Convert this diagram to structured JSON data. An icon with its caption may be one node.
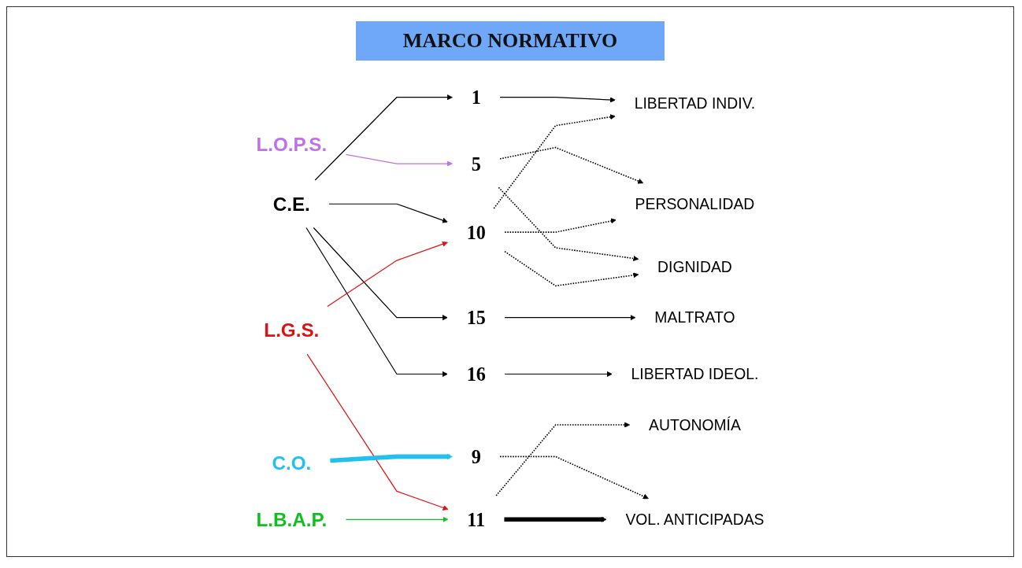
{
  "diagram": {
    "title": "MARCO NORMATIVO",
    "nodes": [
      {
        "text": [
          "C.E."
        ]
      },
      {
        "text": [
          "L.G.S."
        ]
      },
      {
        "text": [
          "C.O."
        ]
      },
      {
        "text": [
          "L.B.A.P."
        ]
      },
      {
        "text": [
          "L.O.P.S."
        ]
      },
      {
        "text": [
          "1"
        ]
      },
      {
        "text": [
          "5"
        ]
      },
      {
        "text": [
          "9"
        ]
      },
      {
        "text": [
          "10"
        ]
      },
      {
        "text": [
          "11"
        ]
      },
      {
        "text": [
          "15"
        ]
      },
      {
        "text": [
          "16"
        ]
      },
      {
        "text": [
          "LIBERTAD INDIV."
        ]
      },
      {
        "text": [
          "PERSONALIDAD"
        ]
      },
      {
        "text": [
          "AUTONOMÍA"
        ]
      },
      {
        "text": [
          "DIGNIDAD"
        ]
      },
      {
        "text": [
          "MALTRATO"
        ]
      },
      {
        "text": [
          "VOL. ANTICIPADAS"
        ]
      },
      {
        "text": [
          "LIBERTAD IDEOL."
        ]
      }
    ],
    "edges": [
      {
        "from": 0,
        "to": 5,
        "arrow": "to"
      },
      {
        "from": 0,
        "to": 8,
        "arrow": "to"
      },
      {
        "from": 0,
        "to": 10,
        "arrow": "to"
      },
      {
        "from": 0,
        "to": 11,
        "arrow": "to"
      },
      {
        "from": 1,
        "to": 8,
        "arrow": "to",
        "color": "#e01010"
      },
      {
        "from": 1,
        "to": 9,
        "arrow": "to",
        "color": "#e01010"
      },
      {
        "from": 2,
        "to": 7,
        "arrow": "to",
        "style": "thick",
        "color": "#20c0f0"
      },
      {
        "from": 3,
        "to": 9,
        "arrow": "to",
        "color": "#10c020"
      },
      {
        "from": 4,
        "to": 6,
        "arrow": "to",
        "color": "#c070e8"
      },
      {
        "from": 5,
        "to": 12,
        "arrow": "to"
      },
      {
        "from": 6,
        "to": 13,
        "arrow": "to",
        "style": "dashed"
      },
      {
        "from": 6,
        "to": 15,
        "arrow": "to",
        "style": "dashed"
      },
      {
        "from": 7,
        "to": 17,
        "arrow": "to",
        "style": "dashed"
      },
      {
        "from": 8,
        "to": 12,
        "arrow": "to",
        "style": "dashed"
      },
      {
        "from": 8,
        "to": 13,
        "arrow": "to",
        "style": "dashed"
      },
      {
        "from": 8,
        "to": 15,
        "arrow": "to",
        "style": "dashed"
      },
      {
        "from": 9,
        "to": 14,
        "arrow": "to",
        "style": "dashed"
      },
      {
        "from": 9,
        "to": 17,
        "arrow": "to",
        "style": "thick"
      },
      {
        "from": 10,
        "to": 16,
        "arrow": "to"
      },
      {
        "from": 11,
        "to": 18,
        "arrow": "to"
      }
    ]
  }
}
